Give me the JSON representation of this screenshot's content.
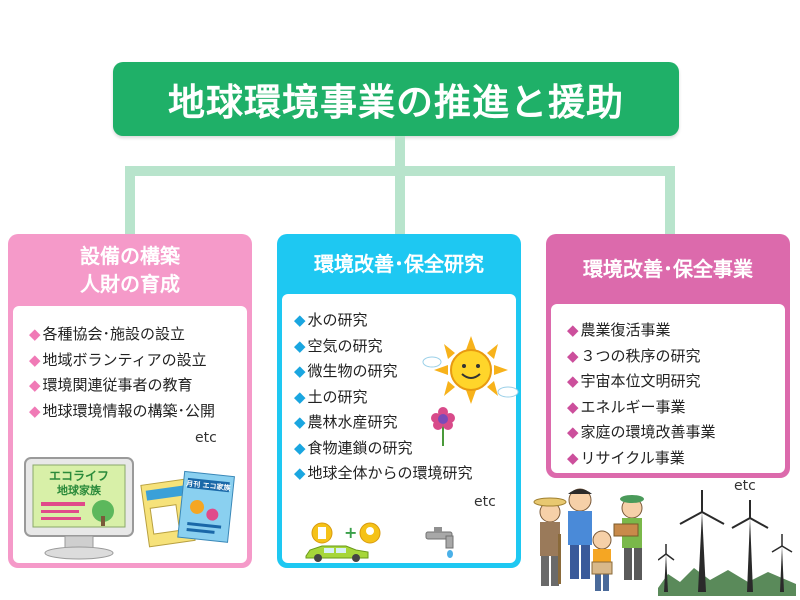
{
  "title": "地球環境事業の推進と援助",
  "colors": {
    "title_bg": "#1fb068",
    "connector": "#b8e4cc",
    "left_panel": "#f59ac9",
    "center_panel": "#1ec8f2",
    "right_panel": "#dc6aac"
  },
  "panels": {
    "left": {
      "heading_line1": "設備の構築",
      "heading_line2": "人財の育成",
      "items": [
        "各種協会･施設の設立",
        "地域ボランティアの設立",
        "環境関連従事者の教育",
        "地球環境情報の構築･公開"
      ],
      "etc": "etc",
      "illustration": {
        "monitor_line1": "エコライフ",
        "monitor_line2": "地球家族",
        "magazine_title": "月刊 エコ家族"
      }
    },
    "center": {
      "heading": "環境改善･保全研究",
      "items": [
        "水の研究",
        "空気の研究",
        "微生物の研究",
        "土の研究",
        "農林水産研究",
        "食物連鎖の研究",
        "地球全体からの環境研究"
      ],
      "etc": "etc"
    },
    "right": {
      "heading": "環境改善･保全事業",
      "items": [
        "農業復活事業",
        "３つの秩序の研究",
        "宇宙本位文明研究",
        "エネルギー事業",
        "家庭の環境改善事業",
        "リサイクル事業"
      ],
      "etc": "etc"
    }
  },
  "bullet": "◆"
}
